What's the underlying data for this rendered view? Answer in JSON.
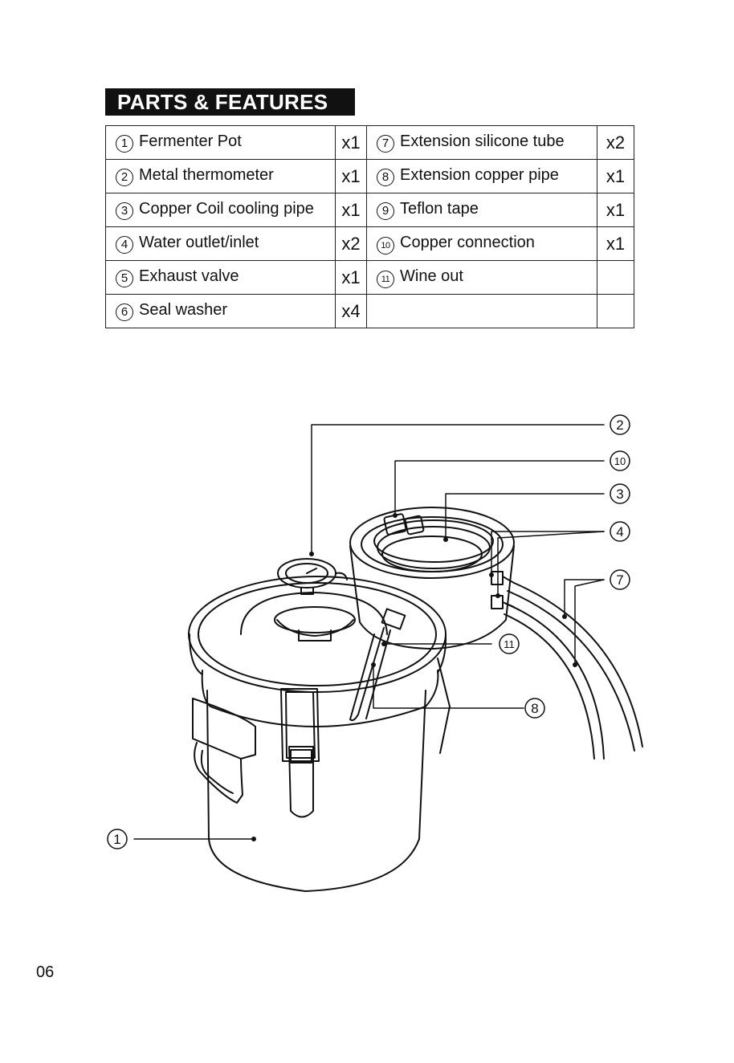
{
  "title": "PARTS & FEATURES",
  "parts": [
    {
      "no": "1",
      "name": "Fermenter Pot",
      "qty": "x1"
    },
    {
      "no": "2",
      "name": "Metal  thermometer",
      "qty": "x1"
    },
    {
      "no": "3",
      "name": "Copper Coil cooling pipe",
      "qty": "x1"
    },
    {
      "no": "4",
      "name": "Water outlet/inlet",
      "qty": "x2"
    },
    {
      "no": "5",
      "name": "Exhaust valve",
      "qty": "x1"
    },
    {
      "no": "6",
      "name": "Seal washer",
      "qty": "x4"
    },
    {
      "no": "7",
      "name": "Extension silicone tube",
      "qty": "x2"
    },
    {
      "no": "8",
      "name": "Extension copper pipe",
      "qty": "x1"
    },
    {
      "no": "9",
      "name": "Teflon tape",
      "qty": "x1"
    },
    {
      "no": "10",
      "name": "Copper connection",
      "qty": "x1"
    },
    {
      "no": "11",
      "name": "Wine out",
      "qty": ""
    }
  ],
  "callouts": {
    "c1": "1",
    "c2": "2",
    "c3": "3",
    "c4": "4",
    "c7": "7",
    "c8": "8",
    "c10": "10",
    "c11": "11"
  },
  "page_number": "06"
}
